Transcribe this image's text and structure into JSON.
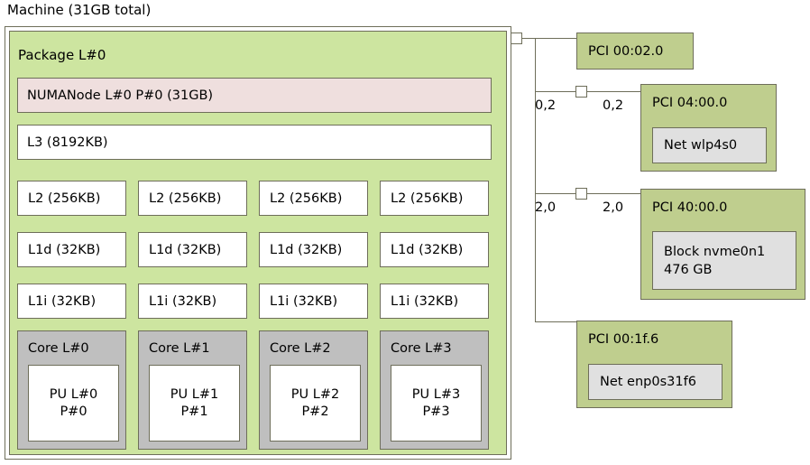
{
  "machine": {
    "title": "Machine (31GB total)",
    "package": {
      "title": "Package L#0",
      "numanode": "NUMANode L#0 P#0 (31GB)",
      "l3": "L3 (8192KB)",
      "l2": [
        "L2 (256KB)",
        "L2 (256KB)",
        "L2 (256KB)",
        "L2 (256KB)"
      ],
      "l1d": [
        "L1d (32KB)",
        "L1d (32KB)",
        "L1d (32KB)",
        "L1d (32KB)"
      ],
      "l1i": [
        "L1i (32KB)",
        "L1i (32KB)",
        "L1i (32KB)",
        "L1i (32KB)"
      ],
      "cores": [
        {
          "title": "Core L#0",
          "pu_logical": "PU L#0",
          "pu_physical": "P#0"
        },
        {
          "title": "Core L#1",
          "pu_logical": "PU L#1",
          "pu_physical": "P#1"
        },
        {
          "title": "Core L#2",
          "pu_logical": "PU L#2",
          "pu_physical": "P#2"
        },
        {
          "title": "Core L#3",
          "pu_logical": "PU L#3",
          "pu_physical": "P#3"
        }
      ]
    }
  },
  "io": {
    "devices": [
      {
        "title": "PCI 00:02.0",
        "edge_label_left": "",
        "edge_label_right": "",
        "osdev": null
      },
      {
        "title": "PCI 04:00.0",
        "edge_label_left": "0,2",
        "edge_label_right": "0,2",
        "osdev": {
          "line1": "Net wlp4s0",
          "line2": ""
        }
      },
      {
        "title": "PCI 40:00.0",
        "edge_label_left": "2,0",
        "edge_label_right": "2,0",
        "osdev": {
          "line1": "Block nvme0n1",
          "line2": "476 GB"
        }
      },
      {
        "title": "PCI 00:1f.6",
        "edge_label_left": "",
        "edge_label_right": "",
        "osdev": {
          "line1": "Net enp0s31f6",
          "line2": ""
        }
      }
    ]
  },
  "colors": {
    "machine_bg": "#ffffff",
    "package_bg": "#cde5a0",
    "numanode_bg": "#efdfde",
    "cache_bg": "#ffffff",
    "core_bg": "#bfbfbf",
    "pu_bg": "#ffffff",
    "pci_bg": "#bfce8e",
    "osdev_bg": "#e0e0e0",
    "border": "#6e6e5a"
  }
}
